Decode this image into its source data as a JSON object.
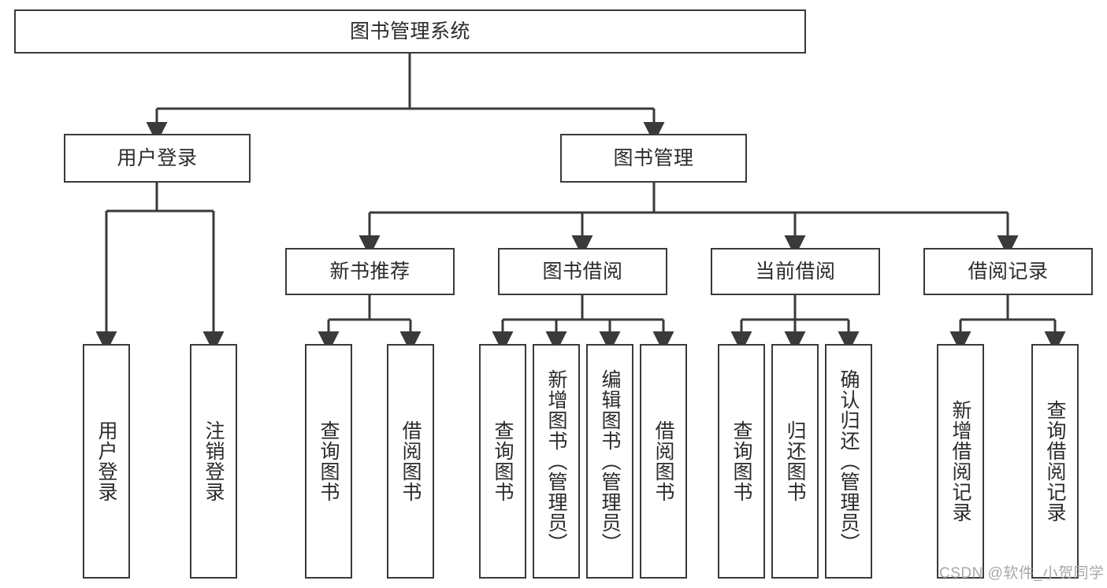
{
  "diagram": {
    "type": "tree-hierarchy",
    "title": "图书管理系统",
    "root": {
      "id": "root",
      "label": "图书管理系统",
      "orientation": "horizontal"
    },
    "level2": [
      {
        "id": "user-login",
        "label": "用户登录",
        "orientation": "horizontal"
      },
      {
        "id": "book-manage",
        "label": "图书管理",
        "orientation": "horizontal"
      }
    ],
    "level3": [
      {
        "id": "new-book-rec",
        "label": "新书推荐",
        "orientation": "horizontal",
        "parent": "book-manage"
      },
      {
        "id": "book-borrow",
        "label": "图书借阅",
        "orientation": "horizontal",
        "parent": "book-manage"
      },
      {
        "id": "current-borrow",
        "label": "当前借阅",
        "orientation": "horizontal",
        "parent": "book-manage"
      },
      {
        "id": "borrow-record",
        "label": "借阅记录",
        "orientation": "horizontal",
        "parent": "book-manage"
      }
    ],
    "leaves": [
      {
        "id": "leaf-user-login",
        "label": "用户登录",
        "orientation": "vertical",
        "parent": "user-login"
      },
      {
        "id": "leaf-user-logout",
        "label": "注销登录",
        "orientation": "vertical",
        "parent": "user-login"
      },
      {
        "id": "leaf-query-book-1",
        "label": "查询图书",
        "orientation": "vertical",
        "parent": "new-book-rec"
      },
      {
        "id": "leaf-borrow-book-1",
        "label": "借阅图书",
        "orientation": "vertical",
        "parent": "new-book-rec"
      },
      {
        "id": "leaf-query-book-2",
        "label": "查询图书",
        "orientation": "vertical",
        "parent": "book-borrow"
      },
      {
        "id": "leaf-add-book",
        "label": "新增图书（管理员）",
        "orientation": "vertical",
        "parent": "book-borrow"
      },
      {
        "id": "leaf-edit-book",
        "label": "编辑图书（管理员）",
        "orientation": "vertical",
        "parent": "book-borrow"
      },
      {
        "id": "leaf-borrow-book-2",
        "label": "借阅图书",
        "orientation": "vertical",
        "parent": "book-borrow"
      },
      {
        "id": "leaf-query-book-3",
        "label": "查询图书",
        "orientation": "vertical",
        "parent": "current-borrow"
      },
      {
        "id": "leaf-return-book",
        "label": "归还图书",
        "orientation": "vertical",
        "parent": "current-borrow"
      },
      {
        "id": "leaf-confirm-return",
        "label": "确认归还（管理员）",
        "orientation": "vertical",
        "parent": "current-borrow"
      },
      {
        "id": "leaf-add-record",
        "label": "新增借阅记录",
        "orientation": "vertical",
        "parent": "borrow-record"
      },
      {
        "id": "leaf-query-record",
        "label": "查询借阅记录",
        "orientation": "vertical",
        "parent": "borrow-record"
      }
    ],
    "colors": {
      "stroke": "#3a3a3a",
      "fill": "#ffffff",
      "text": "#2b2b2b",
      "watermark": "#a8a8a8"
    }
  },
  "watermark": {
    "text": "CSDN @软件_小贺同学"
  }
}
